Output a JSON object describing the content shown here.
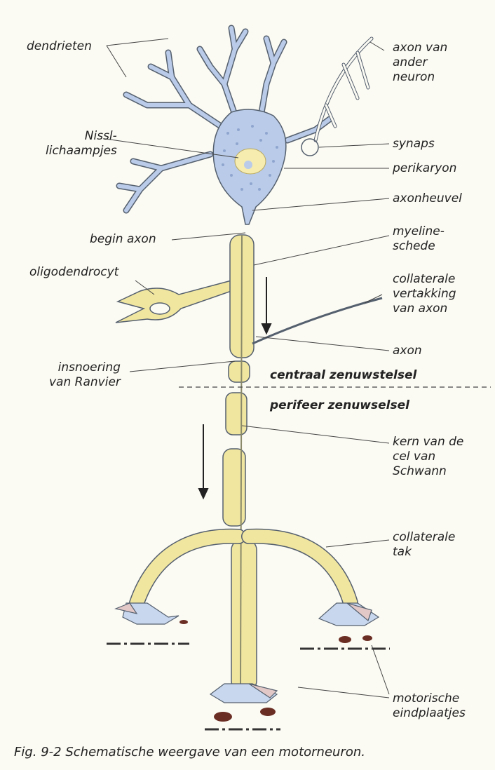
{
  "labels": {
    "dendrieten": "dendrieten",
    "nissl": "Nissl-\nlichaampjes",
    "begin_axon": "begin axon",
    "oligodendrocyt": "oligodendrocyt",
    "insnoering": "insnoering\nvan Ranvier",
    "axon_ander": "axon van\nander\nneuron",
    "synaps": "synaps",
    "perikaryon": "perikaryon",
    "axonheuvel": "axonheuvel",
    "myeline": "myeline-\nschede",
    "collateral_vertakking": "collaterale\nvertakking\nvan axon",
    "axon": "axon",
    "kern_schwann": "kern van de\ncel van\nSchwann",
    "collaterale_tak": "collaterale\ntak",
    "motorische": "motorische\neindplaatjes"
  },
  "regions": {
    "central": "centraal zenuwstelsel",
    "peripheral": "perifeer zenuwselsel"
  },
  "caption": "Fig. 9-2  Schematische weergave van een motorneuron.",
  "colors": {
    "cell_body": "#b9cbe8",
    "cell_outline": "#55606e",
    "myelin": "#f1e6a0",
    "nucleus": "#f6ecb0",
    "end_plate": "#c8d7ee",
    "end_plate_pink": "#e3c8c8",
    "muscle_nuclei": "#6b2e24"
  }
}
